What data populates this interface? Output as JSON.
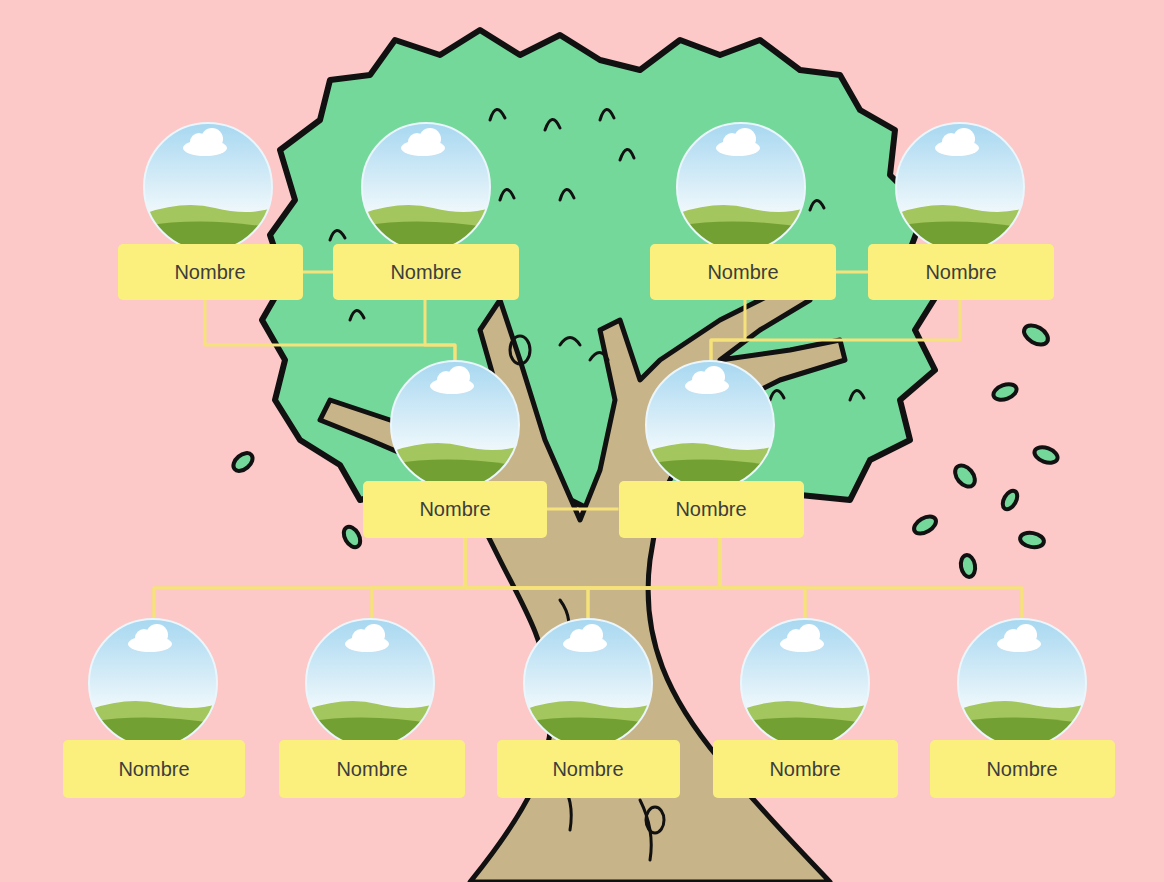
{
  "diagram": {
    "nodes": [
      {
        "text": [
          "Nombre"
        ]
      },
      {
        "text": [
          "Nombre"
        ]
      },
      {
        "text": [
          "Nombre"
        ]
      },
      {
        "text": [
          "Nombre"
        ]
      },
      {
        "text": [
          "Nombre"
        ]
      },
      {
        "text": [
          "Nombre"
        ]
      },
      {
        "text": [
          "Nombre"
        ]
      },
      {
        "text": [
          "Nombre"
        ]
      },
      {
        "text": [
          "Nombre"
        ]
      },
      {
        "text": [
          "Nombre"
        ]
      },
      {
        "text": [
          "Nombre"
        ]
      }
    ],
    "edges": [
      {
        "from": 0,
        "to": 1,
        "arrow": "none"
      },
      {
        "from": 0,
        "to": 4,
        "arrow": "none"
      },
      {
        "from": 1,
        "to": 4,
        "arrow": "none"
      },
      {
        "from": 2,
        "to": 3,
        "arrow": "none"
      },
      {
        "from": 2,
        "to": 5,
        "arrow": "none"
      },
      {
        "from": 3,
        "to": 5,
        "arrow": "none"
      },
      {
        "from": 4,
        "to": 5,
        "arrow": "none"
      },
      {
        "from": 4,
        "to": 6,
        "arrow": "none"
      },
      {
        "from": 4,
        "to": 7,
        "arrow": "none"
      },
      {
        "from": 4,
        "to": 8,
        "arrow": "none"
      },
      {
        "from": 4,
        "to": 9,
        "arrow": "none"
      },
      {
        "from": 4,
        "to": 10,
        "arrow": "none"
      },
      {
        "from": 5,
        "to": 6,
        "arrow": "none"
      },
      {
        "from": 5,
        "to": 7,
        "arrow": "none"
      },
      {
        "from": 5,
        "to": 8,
        "arrow": "none"
      },
      {
        "from": 5,
        "to": 9,
        "arrow": "none"
      },
      {
        "from": 5,
        "to": 10,
        "arrow": "none"
      }
    ]
  }
}
